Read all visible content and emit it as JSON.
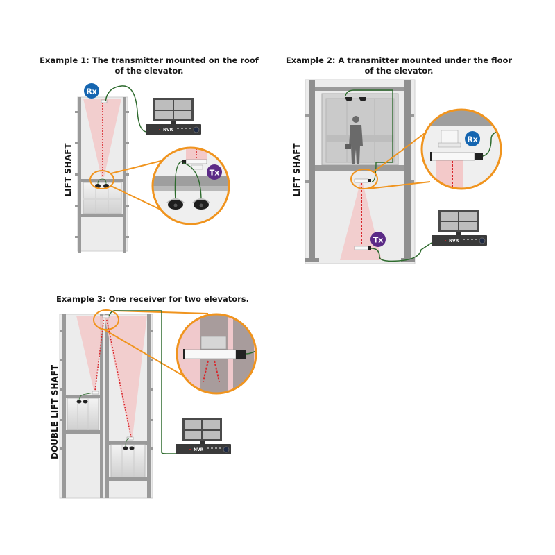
{
  "examples": [
    {
      "title_line1": "Example 1: The transmitter mounted on the roof",
      "title_line2": "of the elevator.",
      "shaft_label": "LIFT SHAFT",
      "receiver_badge": "Rx",
      "transmitter_badge": "Tx",
      "recorder_label": "NVR"
    },
    {
      "title_line1": "Example 2: A transmitter mounted under the floor",
      "title_line2": "of the elevator.",
      "shaft_label": "LIFT SHAFT",
      "receiver_badge": "Rx",
      "transmitter_badge": "Tx",
      "recorder_label": "NVR"
    },
    {
      "title_line1": "Example 3: One receiver for two elevators.",
      "shaft_label": "DOUBLE LIFT SHAFT",
      "recorder_label": "NVR"
    }
  ],
  "colors": {
    "rx_badge": "#1565b0",
    "tx_badge": "#5b2a86",
    "zoom_outline": "#f0941e",
    "cable": "#2e6b2e",
    "beam": "#d8262b",
    "beam_cone": "#f3c9c9",
    "frame": "#9a9a9a",
    "shaft_bg": "#ececec"
  }
}
